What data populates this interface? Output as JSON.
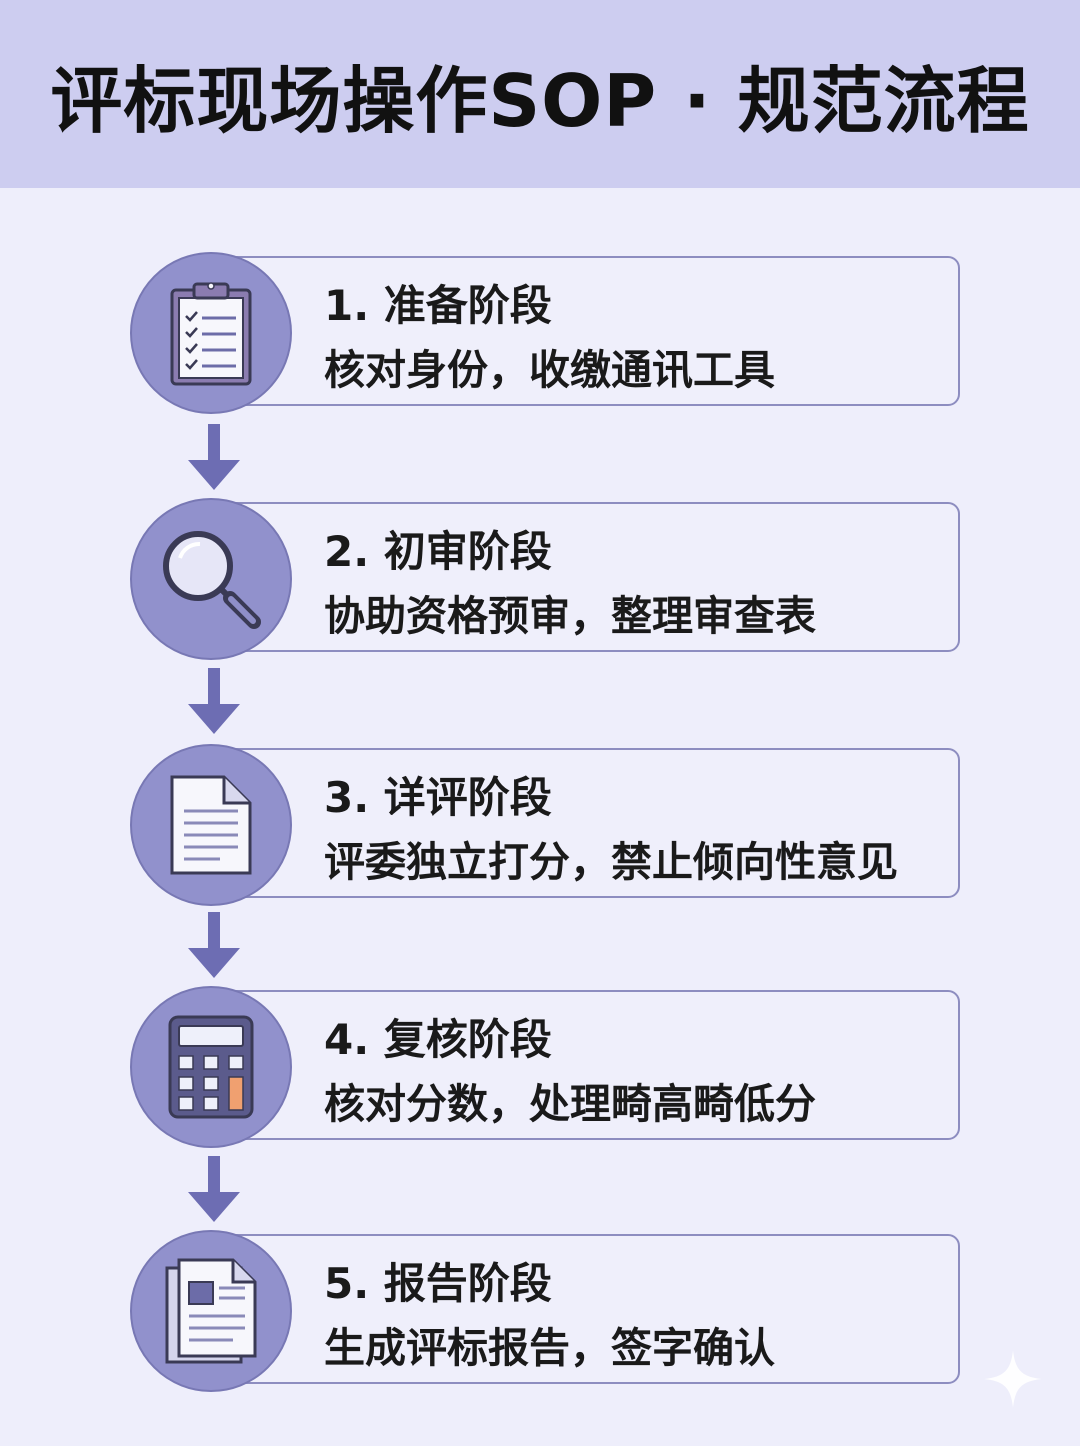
{
  "header": {
    "title": "评标现场操作SOP · 规范流程"
  },
  "steps": [
    {
      "title": "1. 准备阶段",
      "desc": "核对身份，收缴通讯工具",
      "icon": "clipboard-checklist-icon"
    },
    {
      "title": "2. 初审阶段",
      "desc": "协助资格预审，整理审查表",
      "icon": "magnifier-icon"
    },
    {
      "title": "3. 详评阶段",
      "desc": "评委独立打分，禁止倾向性意见",
      "icon": "document-icon"
    },
    {
      "title": "4. 复核阶段",
      "desc": "核对分数，处理畸高畸低分",
      "icon": "calculator-icon"
    },
    {
      "title": "5. 报告阶段",
      "desc": "生成评标报告，签字确认",
      "icon": "report-icon"
    }
  ],
  "colors": {
    "header_bg": "#cdcdf0",
    "page_bg": "#eeeefb",
    "circle_fill": "#9191cc",
    "card_border": "#8d8dc0",
    "arrow": "#6d6db3",
    "accent_orange": "#f0a070"
  }
}
